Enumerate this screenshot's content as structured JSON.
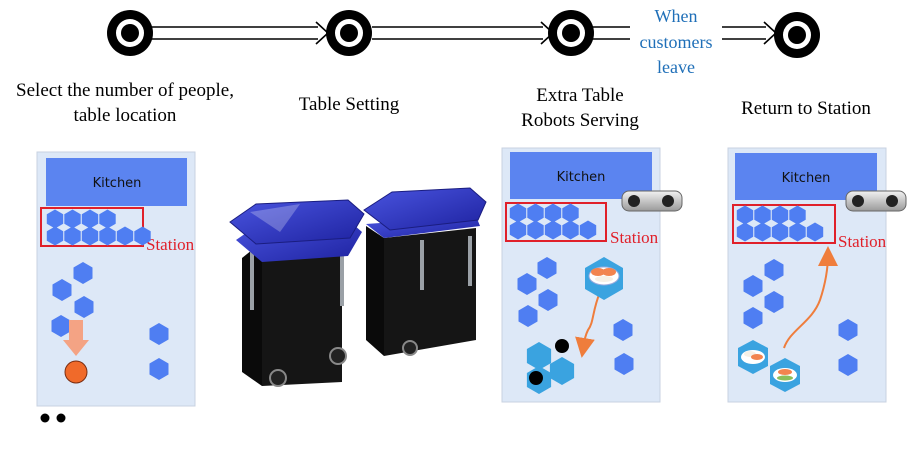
{
  "flow": {
    "transition_label_lines": [
      "When",
      "customers",
      "leave"
    ]
  },
  "steps": [
    {
      "caption_lines": [
        "Select the number of people,",
        "table location"
      ]
    },
    {
      "caption_lines": [
        "Table Setting"
      ]
    },
    {
      "caption_lines": [
        "Extra Table",
        "Robots Serving"
      ]
    },
    {
      "caption_lines": [
        "Return to Station"
      ]
    }
  ],
  "map": {
    "kitchen_label": "Kitchen",
    "station_label": "Station"
  },
  "colors": {
    "hex_tile": "#4f7ef2",
    "hex_highlight": "#3aa3e0",
    "kitchen_box": "#5b84f0",
    "map_bg": "#dde8f7",
    "station_border": "#e0202a",
    "station_text": "#e0202a",
    "transition_text": "#1f6fb8",
    "path_arrow": "#ef7d3c",
    "robot_dot": "#f06a2a",
    "down_arrow": "#f4a384",
    "robot_panel": "#2b2fb8"
  }
}
